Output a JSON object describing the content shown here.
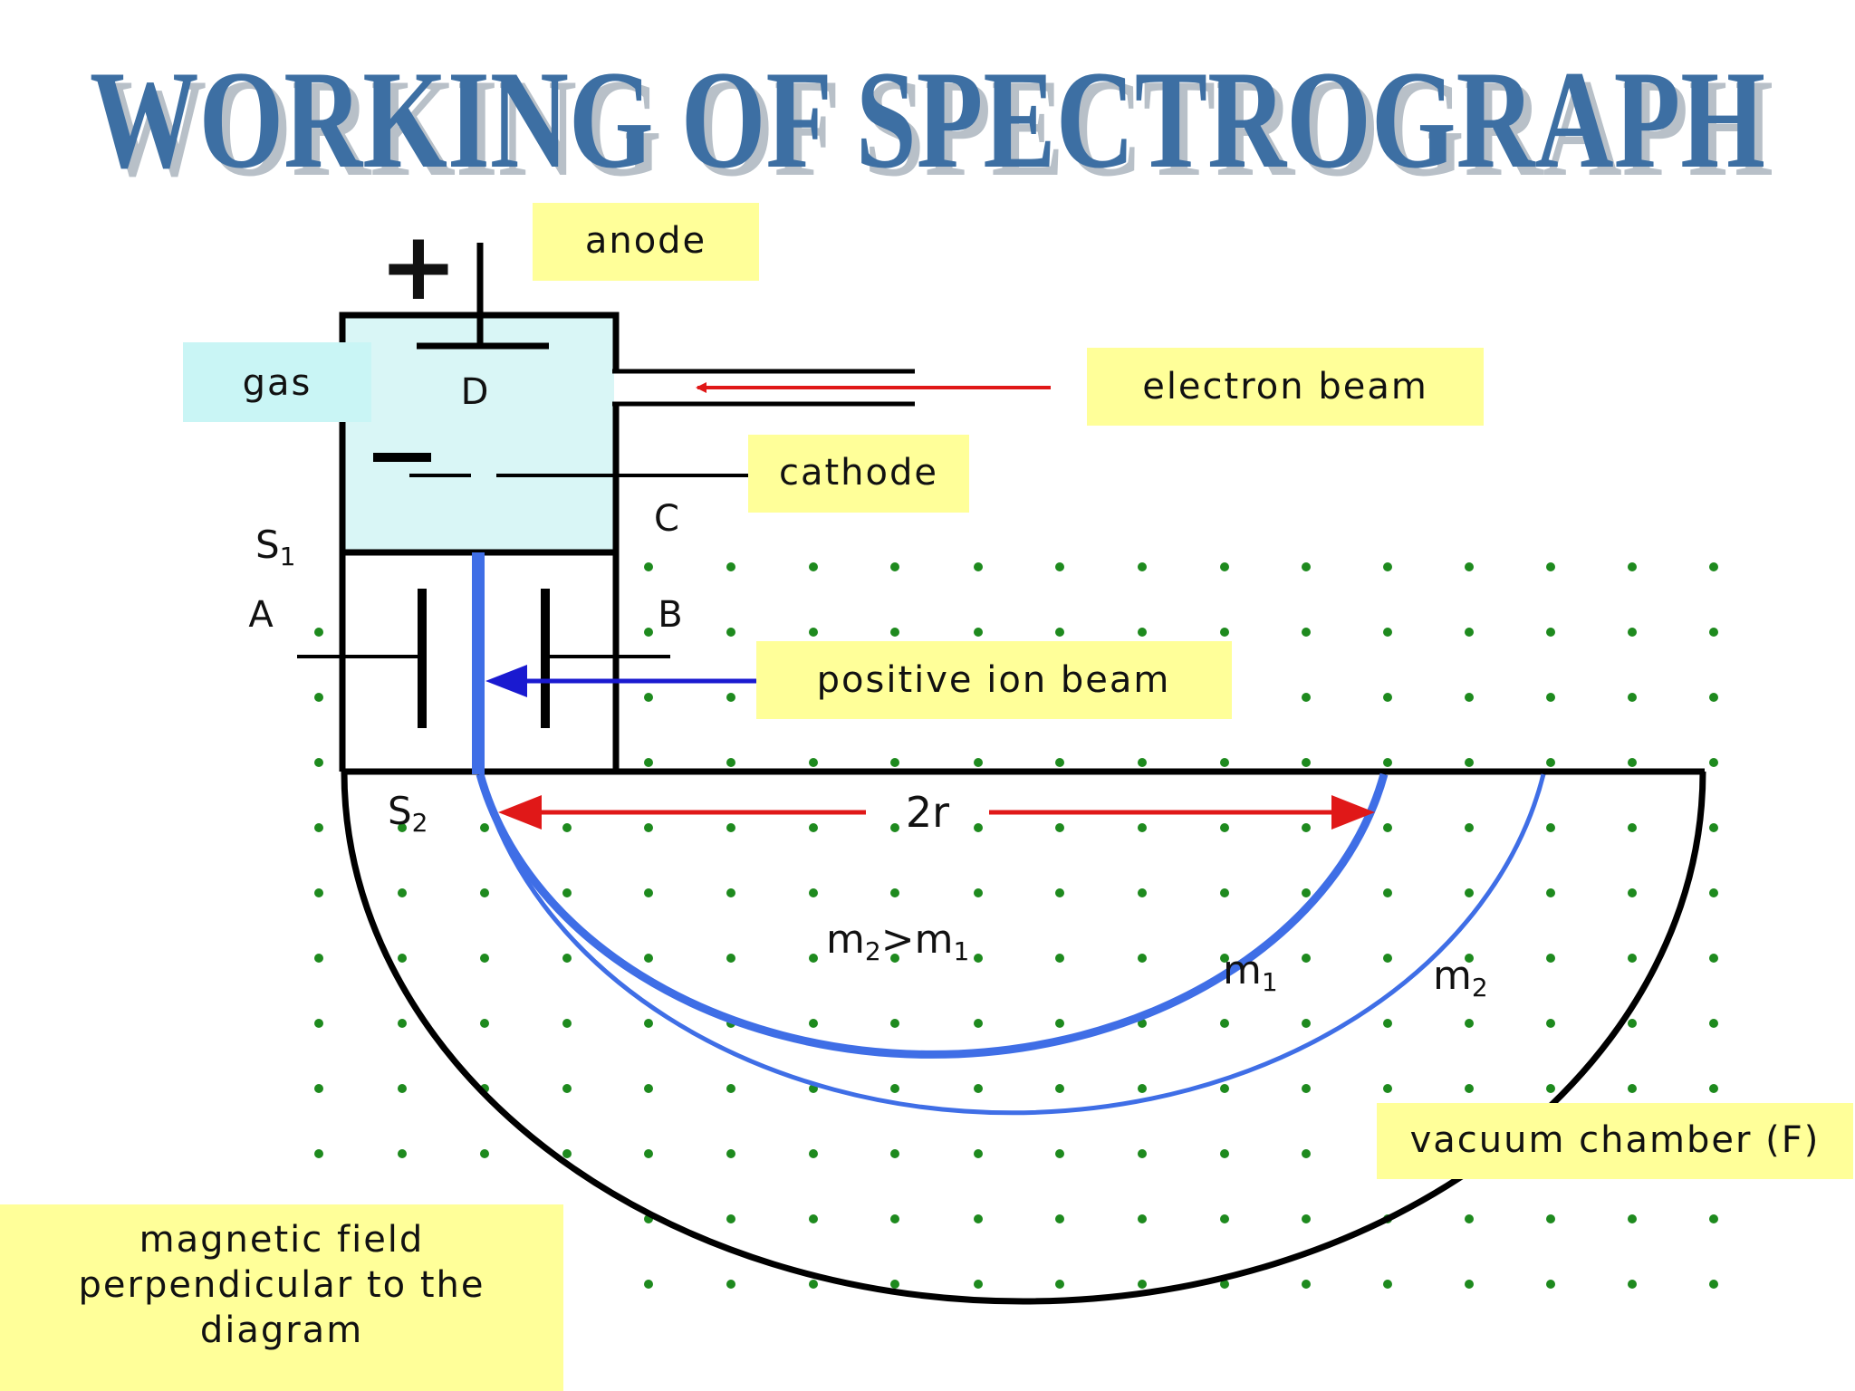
{
  "title": "WORKING OF SPECTROGRAPH",
  "labels": {
    "anode": "anode",
    "gas": "gas",
    "electron_beam": "electron beam",
    "cathode": "cathode",
    "positive_ion_beam": "positive ion beam",
    "vacuum_chamber": "vacuum chamber (F)",
    "magnetic_field_line1": "magnetic field",
    "magnetic_field_line2": "perpendicular to the",
    "magnetic_field_line3": "diagram",
    "D": "D",
    "C": "C",
    "A": "A",
    "B": "B",
    "S1": "S",
    "S1_sub": "1",
    "S2": "S",
    "S2_sub": "2",
    "plus": "+",
    "minus": "–",
    "two_r": "2r",
    "m1": "m",
    "m1_sub": "1",
    "m2": "m",
    "m2_sub": "2",
    "mass_relation_a": "m",
    "mass_relation_a_sub": "2",
    "mass_relation_op": ">",
    "mass_relation_b": "m",
    "mass_relation_b_sub": "1"
  },
  "colors": {
    "title_fill": "#3d6fa3",
    "title_shadow": "#b8c0c8",
    "label_box": "#ffff99",
    "gas_box": "#c9f5f5",
    "gas_chamber": "#d9f6f6",
    "electron_arrow": "#e01818",
    "ion_arrow": "#1a1ad0",
    "ion_path": "#3f6ee6",
    "field_dot": "#1e8a1e"
  }
}
